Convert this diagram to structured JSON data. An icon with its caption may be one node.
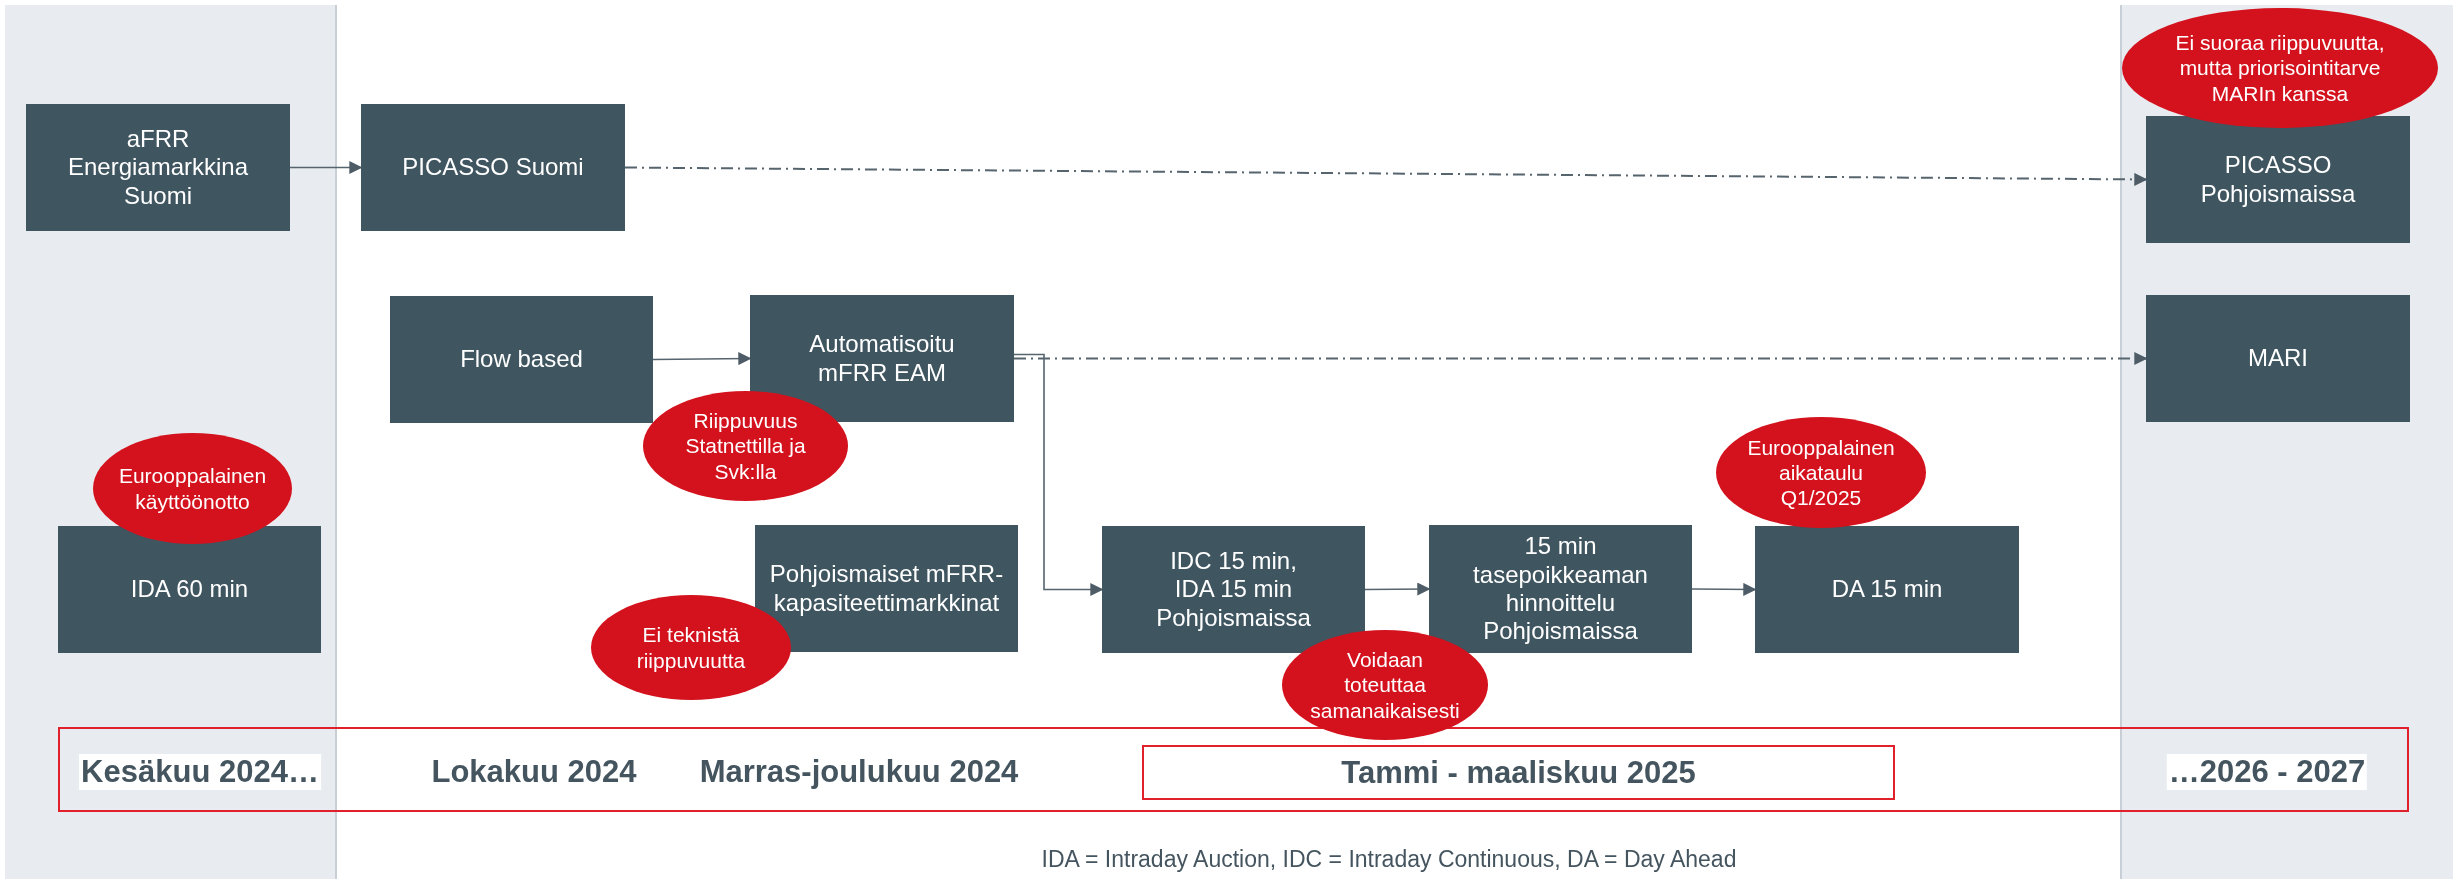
{
  "diagram": {
    "nodes": [
      {
        "text": [
          "aFRR Energiamarkkina Suomi"
        ]
      },
      {
        "text": [
          "PICASSO Suomi"
        ]
      },
      {
        "text": [
          "Ei suoraa riippuvuutta, mutta priorisointitarve MARIn kanssa"
        ]
      },
      {
        "text": [
          "PICASSO Pohjoismaissa"
        ]
      },
      {
        "text": [
          "Flow based"
        ]
      },
      {
        "text": [
          "Automatisoitu mFRR EAM"
        ]
      },
      {
        "text": [
          "MARI"
        ]
      },
      {
        "text": [
          "Riippuvuus Statnettilla ja Svk:lla"
        ]
      },
      {
        "text": [
          "Eurooppalainen käyttöönotto"
        ]
      },
      {
        "text": [
          "IDA 60 min"
        ]
      },
      {
        "text": [
          "Eurooppalainen aikataulu Q1/2025"
        ]
      },
      {
        "text": [
          "Pohjoismaiset mFRR-kapasiteettimarkkinat"
        ]
      },
      {
        "text": [
          "IDC 15 min, IDA 15 min Pohjoismaissa"
        ]
      },
      {
        "text": [
          "15 min tasepoikkeaman hinnoittelu Pohjoismaissa"
        ]
      },
      {
        "text": [
          "DA 15 min"
        ]
      },
      {
        "text": [
          "Ei teknistä riippuvuutta"
        ]
      },
      {
        "text": [
          "Voidaan toteuttaa samanaikaisesti"
        ]
      },
      {
        "text": [
          "Kesäkuu 2024…",
          "Lokakuu 2024",
          "Marras-joulukuu 2024",
          "…2026 - 2027"
        ]
      },
      {
        "text": [
          "Tammi - maaliskuu 2025"
        ],
        "in": 17
      }
    ],
    "edges": [
      {
        "from": 0,
        "to": 1,
        "arrow": "to"
      },
      {
        "from": 1,
        "to": 3,
        "arrow": "to",
        "style": "dashed"
      },
      {
        "from": 4,
        "to": 5,
        "arrow": "to"
      },
      {
        "from": 5,
        "to": 6,
        "arrow": "to",
        "style": "dashed"
      },
      {
        "from": 5,
        "to": 12,
        "arrow": "to"
      },
      {
        "from": 12,
        "to": 13,
        "arrow": "to"
      },
      {
        "from": 13,
        "to": 14,
        "arrow": "to"
      }
    ],
    "labels": [
      "IDA = Intraday Auction, IDC = Intraday Continuous, DA = Day Ahead"
    ]
  }
}
